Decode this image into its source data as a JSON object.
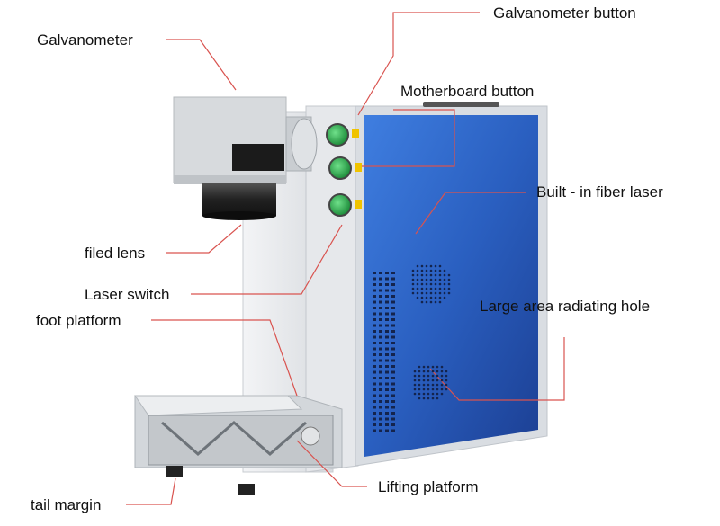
{
  "labels": {
    "galvanometer_button": "Galvanometer button",
    "galvanometer": "Galvanometer",
    "motherboard_button": "Motherboard button",
    "built_in_fiber_laser": "Built - in fiber laser",
    "filed_lens": "filed lens",
    "laser_switch": "Laser switch",
    "foot_platform": "foot platform",
    "large_area_radiating_hole": "Large area radiating hole",
    "lifting_platform": "Lifting platform",
    "tail_margin": "tail margin"
  },
  "colors": {
    "leader_line": "#d9534f",
    "panel_blue": "#2a5fc0",
    "body_silver": "#e4e7ea",
    "button_green": "#2aa84a"
  }
}
